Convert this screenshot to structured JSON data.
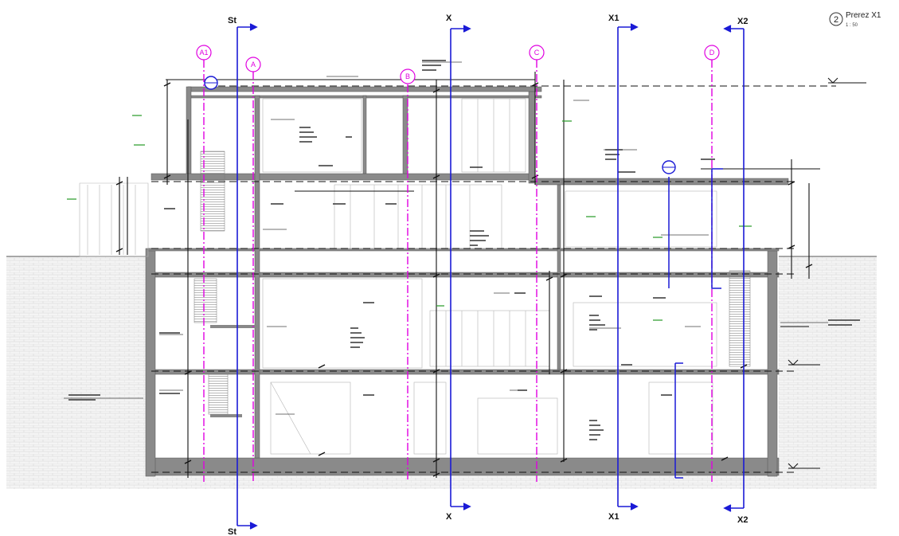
{
  "title_block": {
    "number": "2",
    "title": "Prerez X1",
    "scale": "1 : 50"
  },
  "section_lines": [
    {
      "id": "st",
      "label": "St"
    },
    {
      "id": "x",
      "label": "X"
    },
    {
      "id": "x1",
      "label": "X1"
    },
    {
      "id": "x2",
      "label": "X2"
    }
  ],
  "grid_axes": [
    {
      "id": "a1",
      "label": "A1"
    },
    {
      "id": "a",
      "label": "A"
    },
    {
      "id": "b",
      "label": "B"
    },
    {
      "id": "c",
      "label": "C"
    },
    {
      "id": "d",
      "label": "D"
    }
  ],
  "colors": {
    "section_line": "#1a1ad6",
    "grid_axis": "#e000e0",
    "structure": "#7a7a7a",
    "dimension": "#111111",
    "annotation_green": "#2e9e2e",
    "ground_hatch": "#d8d8d8"
  }
}
